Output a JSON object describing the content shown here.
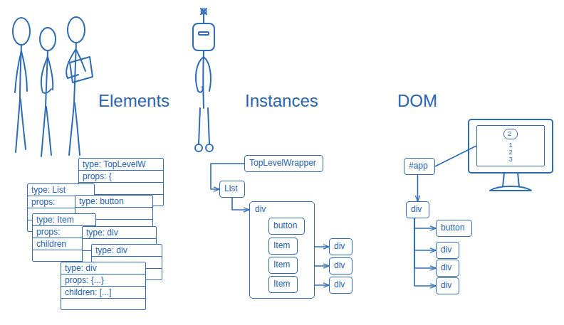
{
  "diagram": {
    "nodes": [
      {
        "text": [
          "type: TopLevelW",
          "props: {"
        ]
      },
      {
        "text": [
          "type: List",
          "props:"
        ]
      },
      {
        "text": [
          "type: button"
        ]
      },
      {
        "text": [
          "type: Item",
          "props:",
          "children"
        ]
      },
      {
        "text": [
          "type: div"
        ]
      },
      {
        "text": [
          "type: div"
        ]
      },
      {
        "text": [
          "type: div",
          "props: {...}",
          "children: [...]"
        ]
      },
      {
        "text": [
          "TopLevelWrapper"
        ]
      },
      {
        "text": [
          "List"
        ]
      },
      {
        "text": [
          "div"
        ]
      },
      {
        "text": [
          "button"
        ],
        "in": 9
      },
      {
        "text": [
          "Item"
        ],
        "in": 9
      },
      {
        "text": [
          "Item"
        ],
        "in": 9
      },
      {
        "text": [
          "Item"
        ],
        "in": 9
      },
      {
        "text": [
          "div"
        ]
      },
      {
        "text": [
          "div"
        ]
      },
      {
        "text": [
          "div"
        ]
      },
      {
        "text": [
          "1",
          "2",
          "3"
        ]
      },
      {
        "text": [
          "2"
        ],
        "in": 17
      },
      {
        "text": [
          "#app"
        ]
      },
      {
        "text": [
          "div"
        ]
      },
      {
        "text": [
          "button"
        ]
      },
      {
        "text": [
          "div"
        ]
      },
      {
        "text": [
          "div"
        ]
      },
      {
        "text": [
          "div"
        ]
      }
    ],
    "edges": [
      {
        "from": 7,
        "to": 8,
        "arrow": "to"
      },
      {
        "from": 8,
        "to": 9,
        "arrow": "to"
      },
      {
        "from": 11,
        "to": 14,
        "arrow": "to"
      },
      {
        "from": 12,
        "to": 15,
        "arrow": "to"
      },
      {
        "from": 13,
        "to": 16,
        "arrow": "to"
      },
      {
        "from": 19,
        "to": 17,
        "arrow": "none"
      },
      {
        "from": 19,
        "to": 20,
        "arrow": "to"
      },
      {
        "from": 20,
        "to": 21,
        "arrow": "to"
      },
      {
        "from": 20,
        "to": 22,
        "arrow": "to"
      },
      {
        "from": 20,
        "to": 23,
        "arrow": "to"
      },
      {
        "from": 20,
        "to": 24,
        "arrow": "to"
      }
    ],
    "labels": [
      "Elements",
      "Instances",
      "DOM"
    ]
  }
}
